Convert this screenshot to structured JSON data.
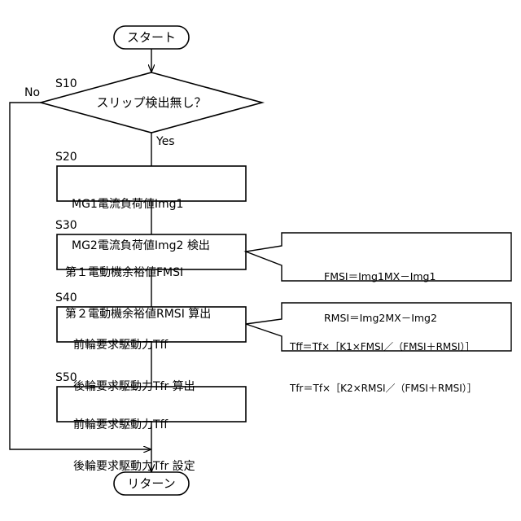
{
  "start": "スタート",
  "end": "リターン",
  "decision": {
    "step": "S10",
    "question": "スリップ検出無し？",
    "yes": "Yes",
    "no": "No"
  },
  "steps": [
    {
      "id": "S20",
      "lines": [
        "MG1電流負荷値Img1",
        "MG2電流負荷値Img2 検出"
      ]
    },
    {
      "id": "S30",
      "lines": [
        "第１電動機余裕値FMSI",
        "第２電動機余裕値RMSI 算出"
      ]
    },
    {
      "id": "S40",
      "lines": [
        "前輪要求駆動力Tff",
        "後輪要求駆動力Tfr 算出"
      ]
    },
    {
      "id": "S50",
      "lines": [
        "前輪要求駆動力Tff",
        "後輪要求駆動力Tfr 設定"
      ]
    }
  ],
  "notes": {
    "s30": [
      "FMSI＝Img1MX－Img1",
      "RMSI＝Img2MX－Img2"
    ],
    "s40": [
      "Tff＝Tf×［K1×FMSI／（FMSI＋RMSI）］",
      "Tfr＝Tf×［K2×RMSI／（FMSI＋RMSI）］"
    ]
  }
}
